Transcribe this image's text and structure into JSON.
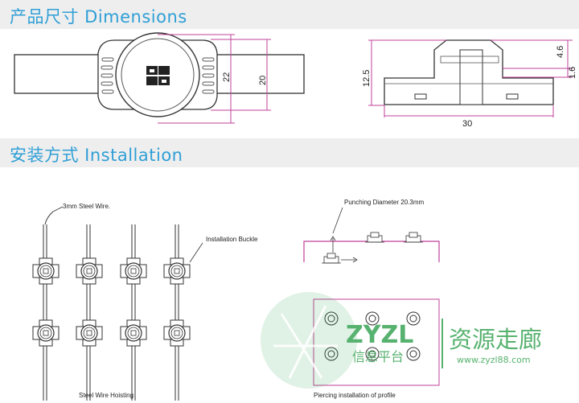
{
  "sections": {
    "dimensions_title": "产品尺寸 Dimensions",
    "installation_title": "安装方式 Installation"
  },
  "dimensions": {
    "front_22": "22",
    "front_20": "20",
    "side_12_5": "12.5",
    "side_4_6": "4.6",
    "side_1_6": "1.6",
    "side_30": "30"
  },
  "installation": {
    "steel_wire": "3mm Steel Wire.",
    "buckle": "Installation Buckle",
    "hoisting": "Steel Wire Hoisting",
    "punching": "Punching Diameter 20.3mm",
    "piercing": "Piercing installation of profile"
  },
  "watermark": {
    "latin": "ZYZL",
    "cn_small": "信息平台",
    "cn_large": "资源走廊",
    "url": "www.zyzl88.com"
  },
  "colors": {
    "accent": "#2f9fd6",
    "dimension_line": "#c0409a",
    "watermark": "#3aa557"
  }
}
